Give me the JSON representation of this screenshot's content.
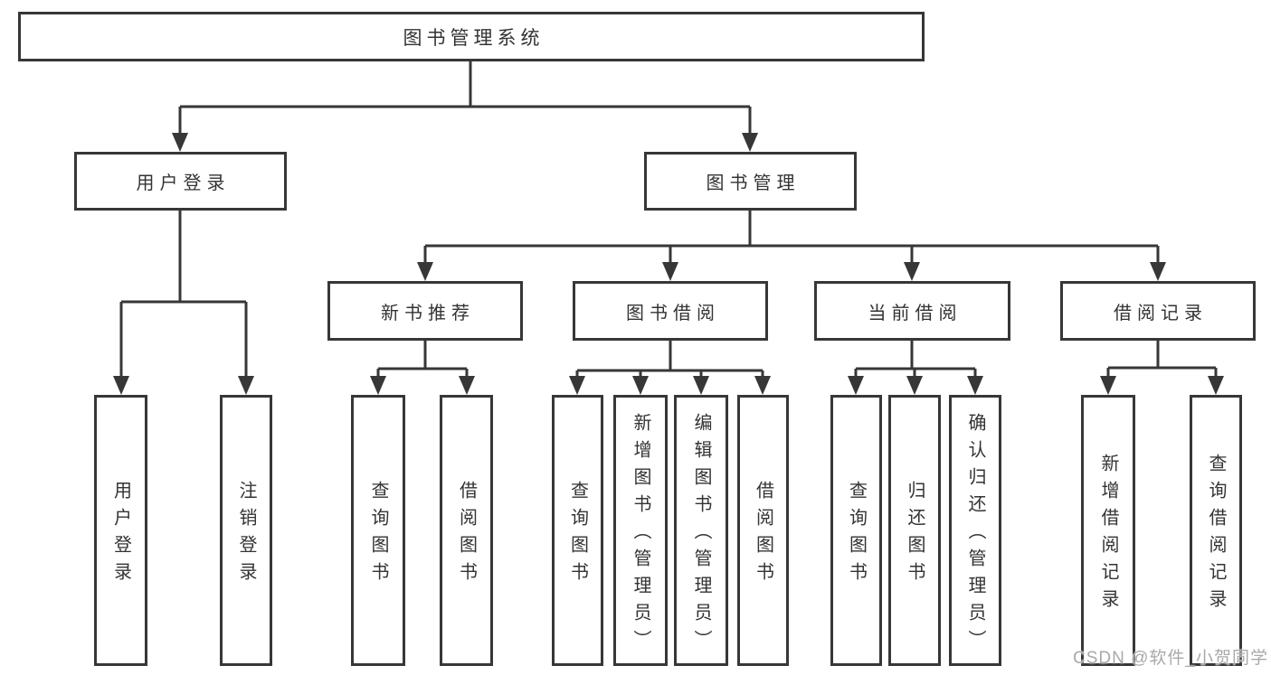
{
  "diagram": {
    "root": {
      "label": "图书管理系统"
    },
    "level2": [
      {
        "label": "用户登录"
      },
      {
        "label": "图书管理"
      }
    ],
    "level3": [
      {
        "label": "新书推荐"
      },
      {
        "label": "图书借阅"
      },
      {
        "label": "当前借阅"
      },
      {
        "label": "借阅记录"
      }
    ],
    "leaves": {
      "login": [
        "用户登录",
        "注销登录"
      ],
      "newbook": [
        "查询图书",
        "借阅图书"
      ],
      "borrow": [
        "查询图书",
        "新增图书（管理员）",
        "编辑图书（管理员）",
        "借阅图书"
      ],
      "current": [
        "查询图书",
        "归还图书",
        "确认归还（管理员）"
      ],
      "records": [
        "新增借阅记录",
        "查询借阅记录"
      ]
    },
    "colors": {
      "line": "#373737",
      "text": "#333333",
      "background": "#ffffff",
      "watermark": "#a9a9a9"
    },
    "watermark": "CSDN @软件_小贺同学"
  }
}
